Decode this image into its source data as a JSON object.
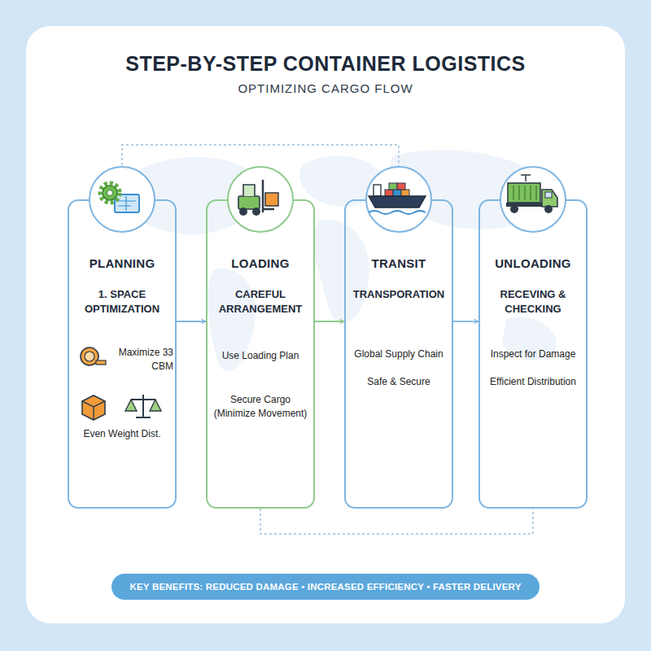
{
  "diagram": {
    "title": "STEP-BY-STEP CONTAINER LOGISTICS",
    "nodes": [
      {
        "text": [
          "PLANNING",
          "1. SPACE OPTIMIZATION",
          "Maximize 33 CBM",
          "Even Weight Dist."
        ]
      },
      {
        "text": [
          "LOADING",
          "CAREFUL ARRANGEMENT",
          "Use Loading Plan",
          "Secure Cargo (Minimize Movement)"
        ]
      },
      {
        "text": [
          "TRANSIT",
          "TRANSPORATION",
          "Global Supply Chain",
          "Safe & Secure"
        ]
      },
      {
        "text": [
          "UNLOADING",
          "RECEVING & CHECKING",
          "Inspect for Damage",
          "Efficient Distribution"
        ]
      },
      {
        "text": [
          "KEY BENEFITS: REDUCED DAMAGE • INCREASED EFFICIENCY • FASTER DELIVERY"
        ]
      }
    ],
    "edges": [
      {
        "from": 0,
        "to": 1,
        "arrow": "to"
      },
      {
        "from": 1,
        "to": 2,
        "arrow": "to"
      },
      {
        "from": 2,
        "to": 3,
        "arrow": "to"
      },
      {
        "from": 0,
        "to": 2,
        "arrow": "none"
      },
      {
        "from": 1,
        "to": 3,
        "arrow": "none"
      }
    ],
    "labels": [
      "OPTIMIZING CARGO FLOW"
    ]
  }
}
